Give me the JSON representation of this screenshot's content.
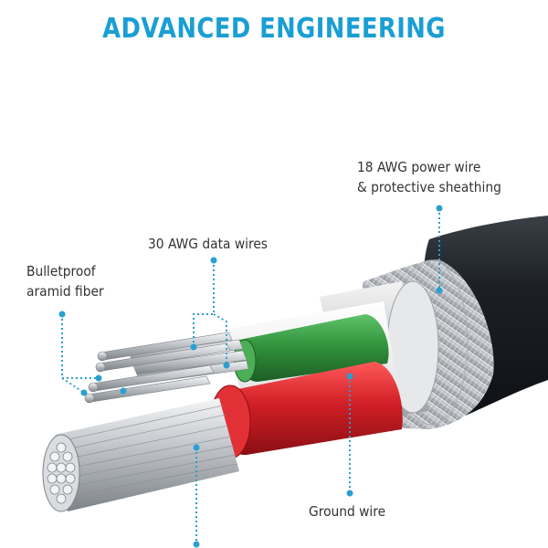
{
  "title": "ADVANCED ENGINEERING",
  "callouts": {
    "power_wire": {
      "line1": "18 AWG power wire",
      "line2": "& protective sheathing"
    },
    "data_wires": {
      "line1": "30 AWG data wires"
    },
    "aramid_fiber": {
      "line1": "Bulletproof",
      "line2": "aramid fiber"
    },
    "ground_wire": {
      "line1": "Ground wire"
    }
  },
  "colors": {
    "title": "#1a9ed4",
    "label_text": "#333333",
    "callout_line": "#2a9fd0",
    "outer_jacket": "#1e2228",
    "braid_shield": "#c9ccd0",
    "green_wire": "#2f8f3a",
    "red_wire": "#d11f26",
    "copper_strands": "#d6d9dc"
  }
}
